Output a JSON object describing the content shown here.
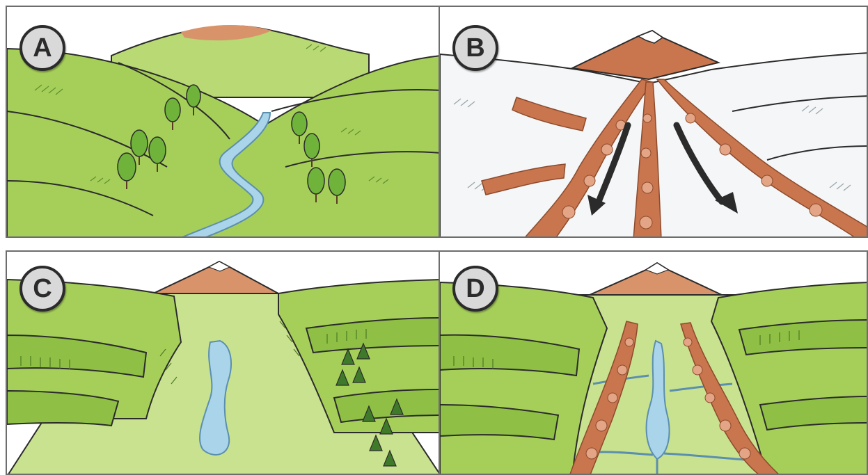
{
  "panels": [
    {
      "label": "A",
      "scene": "river-valley"
    },
    {
      "label": "B",
      "scene": "glaciated-valley-with-moraines"
    },
    {
      "label": "C",
      "scene": "u-shaped-valley-with-lake"
    },
    {
      "label": "D",
      "scene": "u-shaped-valley-with-moraines-and-lake"
    }
  ],
  "colors": {
    "grass": "#a6cf5a",
    "grass_light": "#c9e28f",
    "grass_dark": "#5e8f2e",
    "rock": "#c9754e",
    "rock_dark": "#8c4a2c",
    "snow": "#ffffff",
    "water": "#a9d4ea",
    "water_edge": "#5b8fae",
    "ink": "#2b2b2b"
  }
}
